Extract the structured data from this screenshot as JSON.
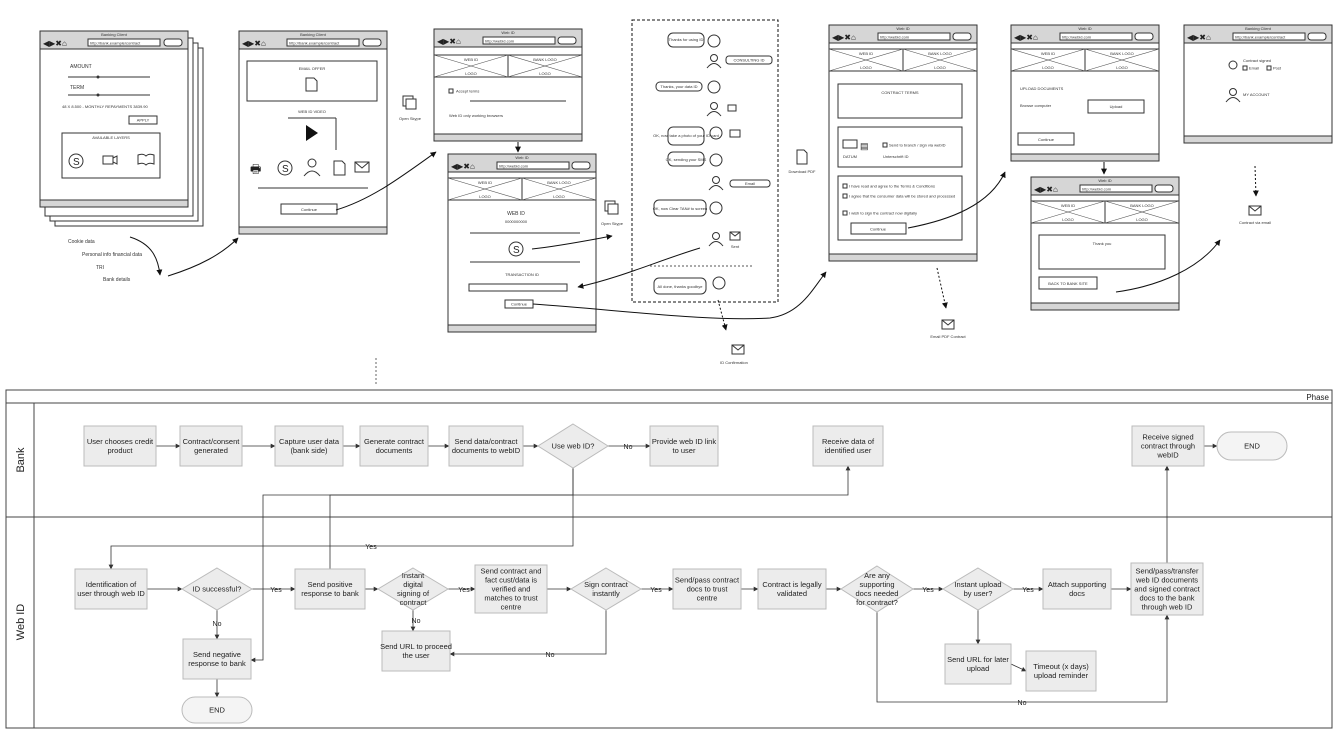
{
  "wireframes": {
    "screen1": {
      "title": "Banking Client",
      "url": "http://bank.example/contract",
      "amount_label": "AMOUNT",
      "term_label": "TERM",
      "monthly_text": "48 X 8.500 - MONTHLY REPAYMENTS 3839.90",
      "apply_button": "APPLY",
      "section_title": "AVAILABLE LAYERS",
      "notes": [
        "Cookie data",
        "Personal info financial data",
        "TRI",
        "Bank details"
      ]
    },
    "screen2": {
      "title": "Banking Client",
      "url": "http://bank.example/contract",
      "email_label": "EMAIL OFFER",
      "video_label": "WEB ID VIDEO",
      "continue_button": "Continue"
    },
    "screen3": {
      "title": "Web ID",
      "url": "http://webid.com",
      "tab_left": "WEB ID",
      "tab_right": "BANK LOGO",
      "logo_left": "LOGO",
      "logo_right": "LOGO",
      "checkbox_label": "Accept terms",
      "footer_text": "Web ID only working browsers",
      "open_label": "Open Skype"
    },
    "screen4": {
      "title": "Web ID",
      "url": "http://webid.com",
      "tab_left": "WEB ID",
      "tab_right": "BANK LOGO",
      "logo_left": "LOGO",
      "logo_right": "LOGO",
      "heading": "WEB ID",
      "code": "0000000000",
      "transaction_label": "TRANSACTION ID",
      "continue_button": "Continue",
      "open_label": "Open Skype",
      "email_note": "ID Confirmation"
    },
    "chat": {
      "bubbles": [
        "Thanks for using ID",
        "Thanks, your data ID",
        "OK, now take a photo of your ID card",
        "OK, sending your SMS",
        "OK, now Clear TAN# to screen",
        "All done, thanks goodbye"
      ],
      "replies": [
        "CONSULTING ID",
        "Email",
        "Sent"
      ]
    },
    "screen5": {
      "title": "Web ID",
      "url": "http://webid.com",
      "tab_left": "WEB ID",
      "tab_right": "BANK LOGO",
      "logo_left": "LOGO",
      "logo_right": "LOGO",
      "contract_label": "CONTRACT TERMS",
      "code_label": "DATUM",
      "id_label": "Unterschrift ID",
      "sign_label": "Send to branch / sign via webID",
      "check1": "I have read and agree to the Terms & Conditions",
      "check2": "I agree that the consumer data will be stored and processed",
      "check3": "I wish to sign the contract now digitally",
      "continue_button": "Continue",
      "pdf_label": "Download PDF",
      "email_note": "Email PDF Contract"
    },
    "screen6": {
      "title": "Web ID",
      "url": "http://webid.com",
      "tab_left": "WEB ID",
      "tab_right": "BANK LOGO",
      "logo_left": "LOGO",
      "logo_right": "LOGO",
      "docs_label": "UPLOAD DOCUMENTS",
      "browse_label": "Browse computer",
      "upload_button": "Upload",
      "continue_button": "Continue"
    },
    "screen7": {
      "title": "Web ID",
      "url": "http://webid.com",
      "tab_left": "WEB ID",
      "tab_right": "BANK LOGO",
      "logo_left": "LOGO",
      "logo_right": "LOGO",
      "thanks_label": "Thank you",
      "back_button": "BACK TO BANK SITE"
    },
    "screen8": {
      "title": "Banking Client",
      "url": "http://bank.example/contract",
      "signed_label": "Contract signed",
      "opt1": "Email",
      "opt2": "Post",
      "account_label": "MY ACCOUNT",
      "email_note": "Contract via email"
    }
  },
  "diagram": {
    "phase_label": "Phase",
    "lanes": [
      "Bank",
      "Web ID"
    ],
    "nodes": {
      "b1": "User chooses credit product",
      "b2": "Contract/consent generated",
      "b3": "Capture user data (bank side)",
      "b4": "Generate contract documents",
      "b5": "Send data/contract documents to webID",
      "b6": "Use web ID?",
      "b7": "Provide web ID link to user",
      "b8": "Receive data of identified user",
      "b9": "Receive signed contract through webID",
      "b10": "END",
      "w1": "Identification of user through web ID",
      "w2": "ID successful?",
      "w3": "Send positive response to bank",
      "w4": "Instant digital signing of contract",
      "w5": "Send contract and fact cust/data  is verified and matches to trust centre",
      "w6": "Sign contract instantly",
      "w7": "Send/pass contract docs to trust centre",
      "w8": "Contract is legally validated",
      "w9": "Are any supporting docs needed for contract?",
      "w10": "Instant upload by user?",
      "w11": "Attach supporting docs",
      "w12": "Send/pass/transfer web ID documents and signed contract docs to the bank through web ID",
      "w13": "Send negative response to bank",
      "w14": "END",
      "w15": "Send URL to proceed the user",
      "w16": "Send URL for later upload",
      "w17": "Timeout (x days) upload reminder"
    },
    "edge_labels": {
      "yes": "Yes",
      "no": "No"
    }
  }
}
